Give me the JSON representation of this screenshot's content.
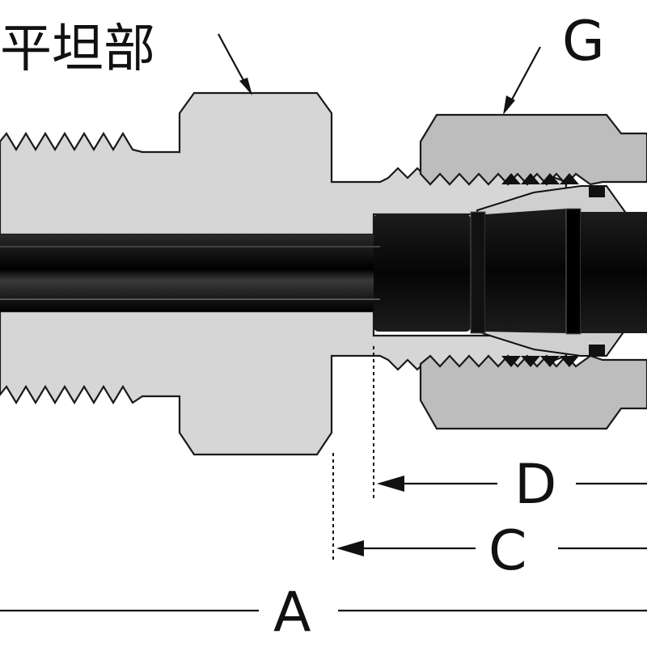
{
  "labels": {
    "flat_label": "平坦部",
    "nut_label": "G",
    "nut_label_tail": "",
    "dim_a": "A",
    "dim_c": "C",
    "dim_d": "D"
  },
  "colors": {
    "body": "#d6d6d6",
    "nut": "#bdbdbd",
    "tube": "#111111",
    "outline": "#1a1a1a"
  },
  "icons": {
    "leader_arrows": "arrow-icon",
    "dimension_arrows": "arrow-head-icon"
  }
}
